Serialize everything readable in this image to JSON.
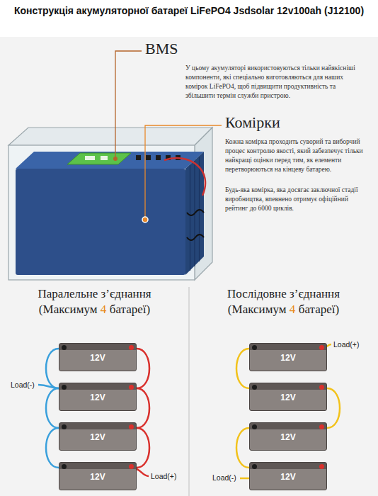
{
  "diagram": {
    "title": "Конструкція акумуляторної батареї LiFePO4 Jsdsolar 12v100ah (J12100)",
    "nodes": [
      {
        "text": [
          "12V"
        ]
      },
      {
        "text": [
          "12V"
        ]
      },
      {
        "text": [
          "12V"
        ]
      },
      {
        "text": [
          "12V"
        ]
      },
      {
        "text": [
          "12V"
        ]
      },
      {
        "text": [
          "12V"
        ]
      },
      {
        "text": [
          "12V"
        ]
      },
      {
        "text": [
          "12V"
        ]
      }
    ],
    "edges": [
      {
        "from": 0,
        "to": 1,
        "arrow": "none"
      },
      {
        "from": 1,
        "to": 2,
        "arrow": "none"
      },
      {
        "from": 2,
        "to": 3,
        "arrow": "none"
      },
      {
        "from": 0,
        "to": 1,
        "arrow": "none"
      },
      {
        "from": 1,
        "to": 2,
        "arrow": "none"
      },
      {
        "from": 2,
        "to": 3,
        "arrow": "none"
      },
      {
        "from": 4,
        "to": 5,
        "arrow": "none"
      },
      {
        "from": 5,
        "to": 6,
        "arrow": "none"
      },
      {
        "from": 6,
        "to": 7,
        "arrow": "none"
      }
    ],
    "labels": [
      "BMS",
      "У цьому акумуляторі використовуються тільки найякісніші компоненти, які спеціально виготовляються для наших комірок LiFePO4, щоб підвищити продуктивність та збільшити термін служби пристрою.",
      "Комірки",
      "Кожна комірка проходить суворий та виборчий процес контролю якості, який забезпечує тільки найкращі оцінки перед тим, як елементи перетворюються на кінцеву батарею.",
      "Будь-яка комірка, яка досягає заключної стадії виробництва, впевнено отримує офіційний рейтинг до 6000 циклів.",
      "Паралельне з’єднання",
      "(Максимум",
      "4",
      "батареї)",
      "Послідовне з’єднання",
      "(Максимум",
      "4",
      "батареї)",
      "Load(-)",
      "Load(+)",
      "Load(+)",
      "Load(-)"
    ]
  }
}
